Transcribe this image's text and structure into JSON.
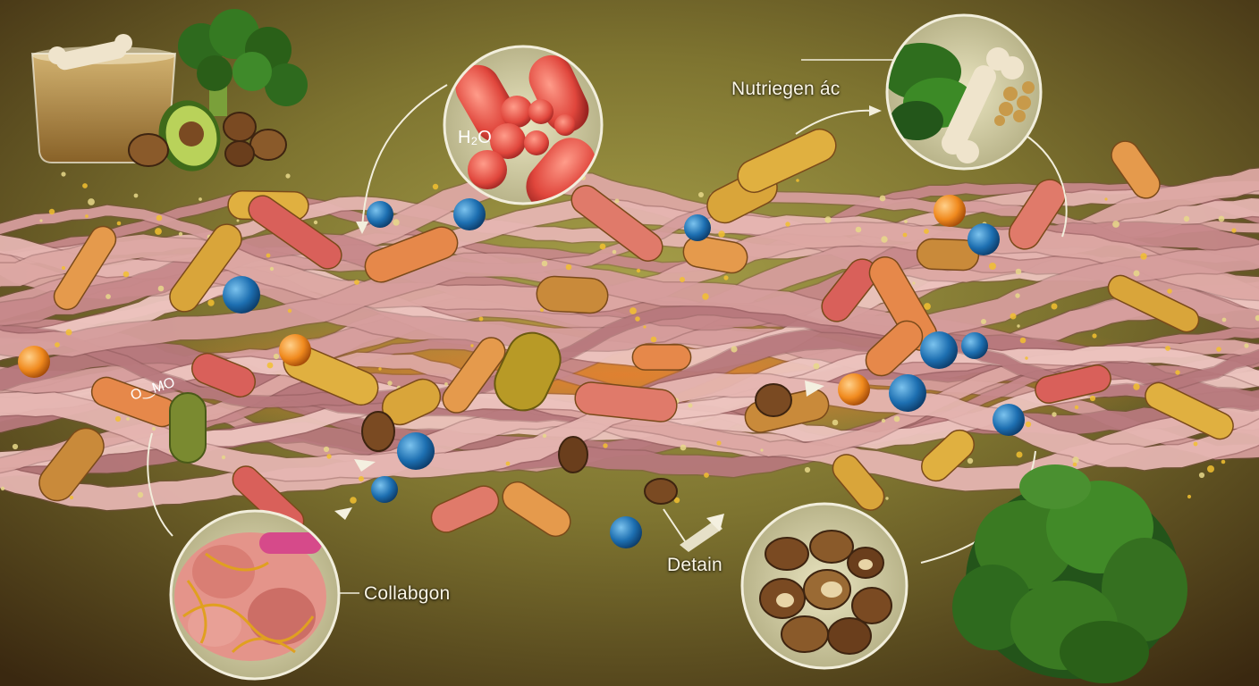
{
  "labels": {
    "nutrient": "Nutriegen ác",
    "detain": "Detain",
    "collagen": "Collabgon"
  },
  "inset_text": {
    "top_circle": "H₂O",
    "fiber_text": "O‿MO"
  },
  "colors": {
    "background_center": "#8e8a3a",
    "background_edge": "#3d2c10",
    "fiber_pink": "#d9a3a3",
    "bacteria_orange": "#e59a4c",
    "bacteria_yellow": "#d9a53a",
    "bacteria_red": "#d9605a",
    "molecule_blue": "#1e6fb0",
    "broccoli_green": "#2e6a1e",
    "spinach_green": "#3a7a22"
  },
  "icons": [
    "bone-broth-icon",
    "broccoli-icon",
    "avocado-icon",
    "walnut-icon",
    "spinach-icon",
    "bone-icon",
    "nuts-icon",
    "collagen-icon",
    "arrow-icon"
  ]
}
